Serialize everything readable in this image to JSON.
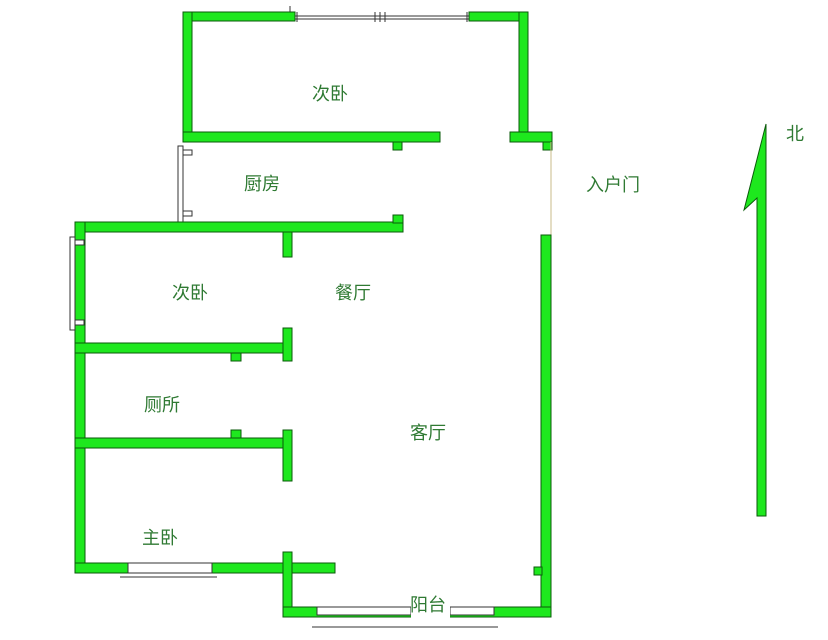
{
  "plan": {
    "rooms": {
      "bedroom_top": "次卧",
      "kitchen": "厨房",
      "bedroom_mid": "次卧",
      "dining": "餐厅",
      "toilet": "厕所",
      "living": "客厅",
      "master": "主卧",
      "balcony": "阳台"
    },
    "entrance": "入户门",
    "north": "北"
  },
  "colors": {
    "wall": "#1ee81e",
    "text": "#2f7a33"
  }
}
